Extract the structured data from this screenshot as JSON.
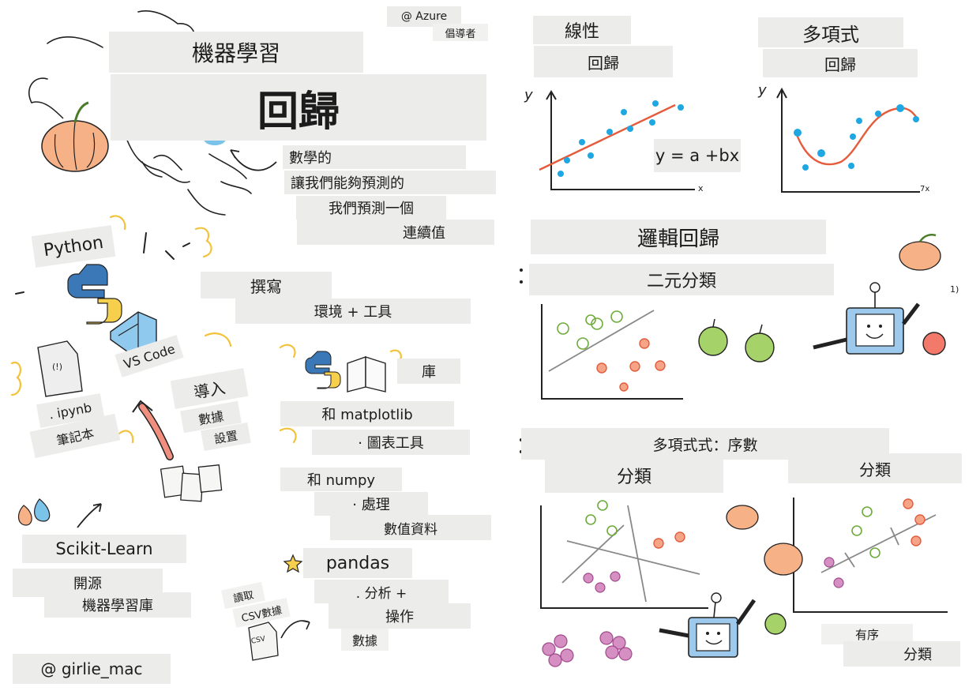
{
  "title": {
    "line1": "機器學習",
    "line2": "回歸"
  },
  "credit_azure": {
    "handle": "@ Azure",
    "role": "倡導者"
  },
  "intro": {
    "l1": "數學的",
    "l2": "讓我們能夠預測的",
    "l3": "我們預測一個",
    "l4": "連續值"
  },
  "tools": {
    "python": "Python",
    "vscode": "VS Code",
    "ipynb": ". ipynb",
    "notebook": "筆記本",
    "notebook_icon": "(!)",
    "import": "導入",
    "data": "數據",
    "settings": "設置",
    "write": "撰寫",
    "env": "環境 + 工具",
    "scikit": "Scikit-Learn",
    "open_source": "開源",
    "ml_lib": "機器學習庫",
    "author": "@ girlie_mac",
    "read": "讀取",
    "csv_data": "CSV數據",
    "csv_icon": "CSV"
  },
  "libraries": {
    "lib": "庫",
    "matplotlib": "和 matplotlib",
    "chart_tool": "· 圖表工具",
    "numpy": "和 numpy",
    "process": "· 處理",
    "numeric": "數值資料",
    "pandas": "pandas",
    "analyze": ". 分析 +",
    "operate": "操作",
    "data": "數據"
  },
  "linear": {
    "title": "線性",
    "subtitle": "回歸",
    "formula": "y = a +bx",
    "ylabel": "y",
    "xlabel": "x"
  },
  "poly": {
    "title": "多項式",
    "subtitle": "回歸",
    "ylabel": "y",
    "xlabel": "7x"
  },
  "logistic": {
    "title": "邏輯回歸",
    "binary": "二元分類",
    "note": "1)"
  },
  "multi": {
    "title": "多項式式：序數",
    "left": "分類",
    "right": "分類",
    "ordinal1": "有序",
    "ordinal2": "分類"
  },
  "colors": {
    "label_bg": "#ececea",
    "dot": "#1ea7e1",
    "line": "#e55b3c",
    "apple_green": "#8bc34a",
    "apple_red": "#e25b3a",
    "grape": "#a04a8c"
  }
}
